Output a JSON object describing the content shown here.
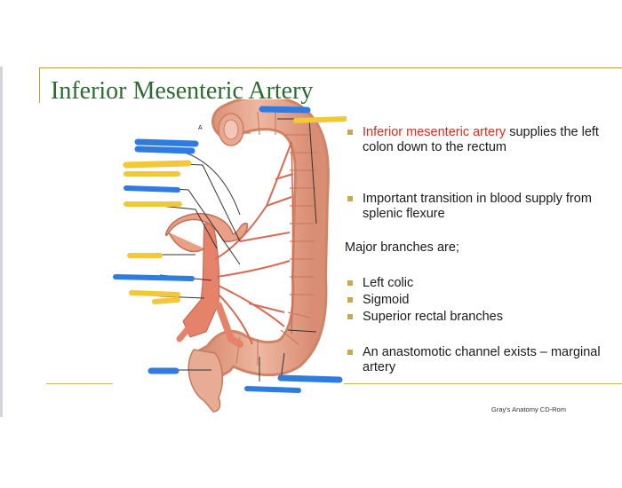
{
  "slide": {
    "title": "Inferior Mesenteric Artery",
    "figure_label": "A",
    "bullets": [
      {
        "highlight": "Inferior mesenteric artery",
        "text": "supplies the left colon down to the rectum"
      },
      {
        "text": "Important transition in blood supply from splenic flexure"
      }
    ],
    "subheading": "Major branches are;",
    "branches": [
      {
        "text": "Left colic"
      },
      {
        "text": "Sigmoid"
      },
      {
        "text": "Superior rectal branches"
      }
    ],
    "final_bullet": {
      "text": "An anastomotic channel exists – marginal artery"
    },
    "credit": "Gray's Anatomy CD-Rom"
  },
  "colors": {
    "title": "#2e6a30",
    "highlight_red": "#e02a1b",
    "bullet_gold": "#c9a94a",
    "rule_gold": "#b9a23c",
    "marker_blue": "#2f7be0",
    "marker_yellow": "#f1c83a",
    "colon": "#e7a68c",
    "artery": "#e0735e"
  }
}
